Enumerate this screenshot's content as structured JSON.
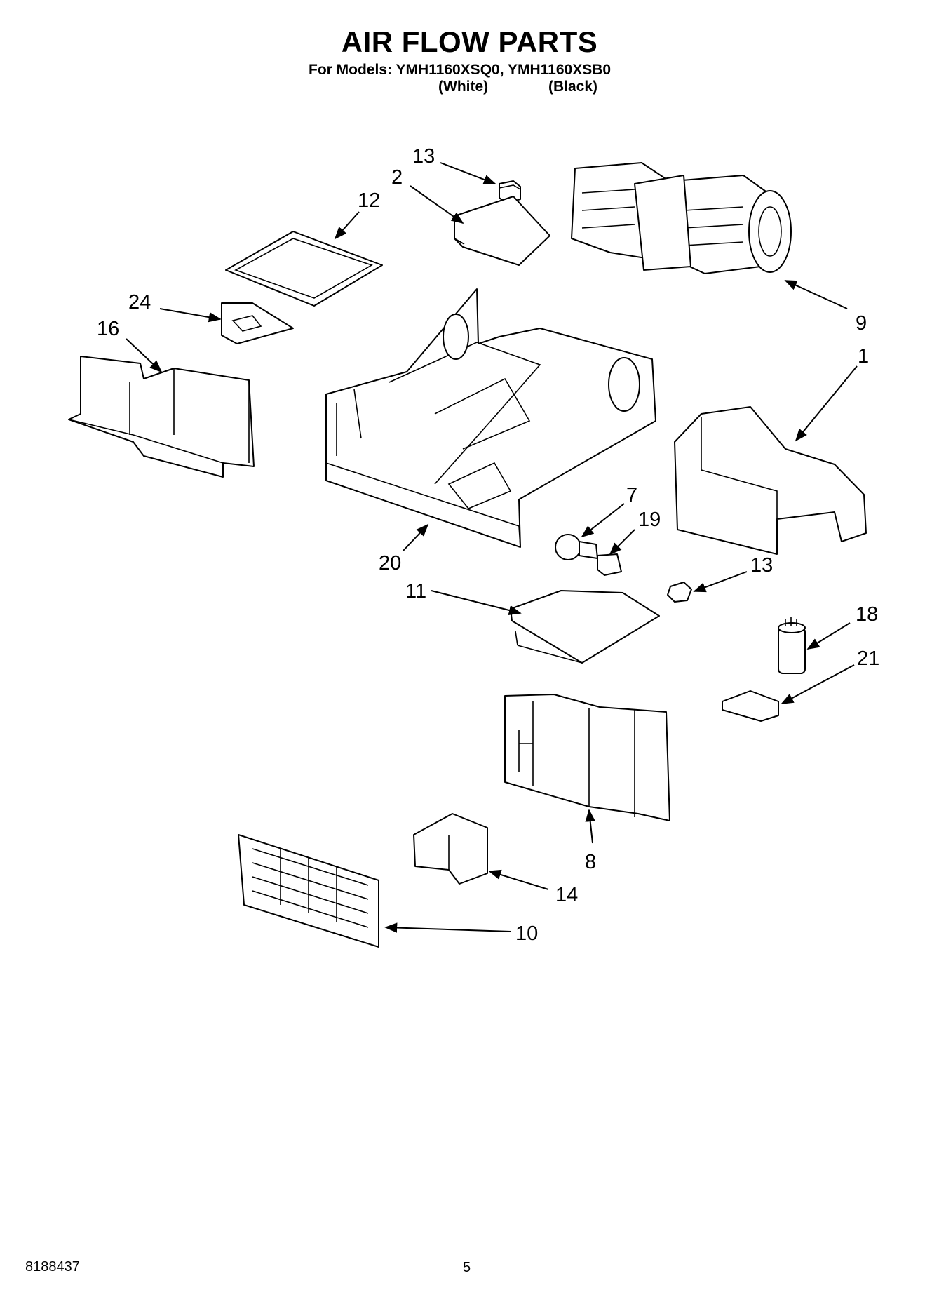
{
  "header": {
    "title": "AIR FLOW PARTS",
    "models_line": "For Models: YMH1160XSQ0, YMH1160XSB0",
    "variant_white": "(White)",
    "variant_black": "(Black)"
  },
  "callouts": [
    "13",
    "2",
    "12",
    "9",
    "24",
    "16",
    "1",
    "7",
    "19",
    "20",
    "13",
    "11",
    "18",
    "21",
    "8",
    "14",
    "10"
  ],
  "footer": {
    "doc_number": "8188437",
    "page_number": "5"
  }
}
